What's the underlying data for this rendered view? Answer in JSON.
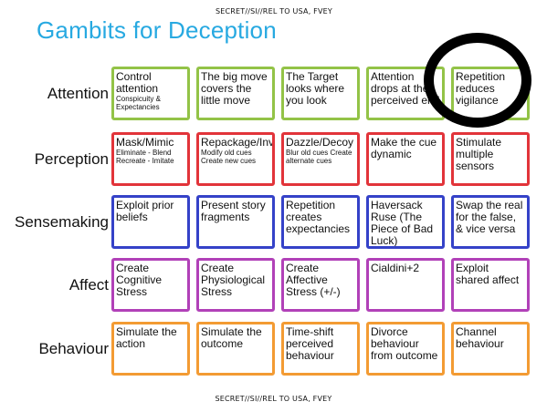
{
  "classification_top": "SECRET//SI//REL TO USA, FVEY",
  "classification_bottom": "SECRET//SI//REL TO USA, FVEY",
  "title": "Gambits for Deception",
  "colors": {
    "title": "#27a9e1",
    "attention": "#93c347",
    "perception": "#e2343a",
    "sensemaking": "#3542c8",
    "affect": "#b141b8",
    "behaviour": "#f39b33",
    "circle": "#000000"
  },
  "rows": [
    {
      "label": "Attention",
      "cells": [
        {
          "main": "Control attention",
          "sub": "Conspicuity & Expectancies"
        },
        {
          "main": "The big move covers the little move",
          "sub": ""
        },
        {
          "main": "The Target looks where you look",
          "sub": ""
        },
        {
          "main": "Attention drops at the perceived end",
          "sub": ""
        },
        {
          "main": "Repetition reduces vigilance",
          "sub": ""
        }
      ]
    },
    {
      "label": "Perception",
      "cells": [
        {
          "main": "Mask/Mimic",
          "sub": "Eliminate - Blend Recreate - Imitate"
        },
        {
          "main": "Repackage/Invent",
          "sub": "Modify old cues Create new cues"
        },
        {
          "main": "Dazzle/Decoy",
          "sub": "Blur old cues Create alternate cues"
        },
        {
          "main": "Make the cue dynamic",
          "sub": ""
        },
        {
          "main": "Stimulate multiple sensors",
          "sub": ""
        }
      ]
    },
    {
      "label": "Sensemaking",
      "cells": [
        {
          "main": "Exploit prior beliefs",
          "sub": ""
        },
        {
          "main": "Present story fragments",
          "sub": ""
        },
        {
          "main": "Repetition creates expectancies",
          "sub": ""
        },
        {
          "main": "Haversack Ruse (The Piece of Bad Luck)",
          "sub": ""
        },
        {
          "main": "Swap the real for the false, & vice versa",
          "sub": ""
        }
      ]
    },
    {
      "label": "Affect",
      "cells": [
        {
          "main": "Create Cognitive Stress",
          "sub": ""
        },
        {
          "main": "Create Physiological Stress",
          "sub": ""
        },
        {
          "main": "Create Affective Stress (+/-)",
          "sub": ""
        },
        {
          "main": "Cialdini+2",
          "sub": ""
        },
        {
          "main": "Exploit shared affect",
          "sub": ""
        }
      ]
    },
    {
      "label": "Behaviour",
      "cells": [
        {
          "main": "Simulate the action",
          "sub": ""
        },
        {
          "main": "Simulate the outcome",
          "sub": ""
        },
        {
          "main": "Time-shift perceived behaviour",
          "sub": ""
        },
        {
          "main": "Divorce behaviour from outcome",
          "sub": ""
        },
        {
          "main": "Channel behaviour",
          "sub": ""
        }
      ]
    }
  ]
}
